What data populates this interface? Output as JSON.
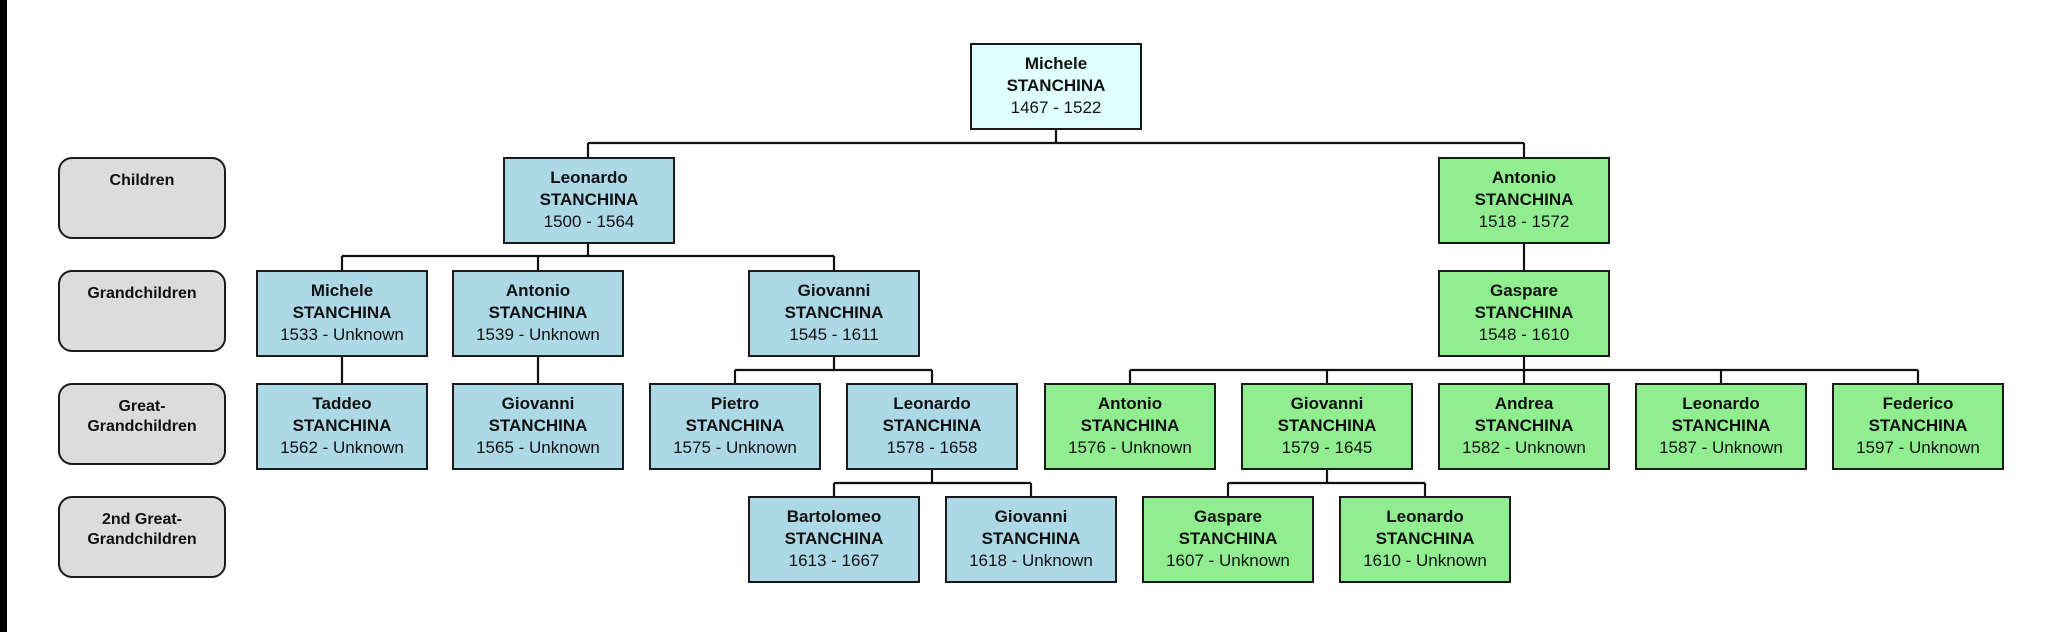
{
  "colors": {
    "root": "#e0ffff",
    "leonardo_branch": "#add8e6",
    "antonio_branch": "#90ee90",
    "generation_label": "#dcdcdc",
    "border": "#1a1a1a"
  },
  "generation_labels": [
    {
      "label": "Children"
    },
    {
      "label": "Grandchildren"
    },
    {
      "label": "Great-\nGrandchildren",
      "line1": "Great-",
      "line2": "Grandchildren"
    },
    {
      "label": "2nd Great-\nGrandchildren",
      "line1": "2nd Great-",
      "line2": "Grandchildren"
    }
  ],
  "root": {
    "first": "Michele",
    "last": "STANCHINA",
    "dates": "1467 - 1522"
  },
  "people": {
    "leonardo_1500": {
      "first": "Leonardo",
      "last": "STANCHINA",
      "dates": "1500 - 1564"
    },
    "antonio_1518": {
      "first": "Antonio",
      "last": "STANCHINA",
      "dates": "1518 - 1572"
    },
    "michele_1533": {
      "first": "Michele",
      "last": "STANCHINA",
      "dates": "1533 - Unknown"
    },
    "antonio_1539": {
      "first": "Antonio",
      "last": "STANCHINA",
      "dates": "1539 - Unknown"
    },
    "giovanni_1545": {
      "first": "Giovanni",
      "last": "STANCHINA",
      "dates": "1545 - 1611"
    },
    "gaspare_1548": {
      "first": "Gaspare",
      "last": "STANCHINA",
      "dates": "1548 - 1610"
    },
    "taddeo_1562": {
      "first": "Taddeo",
      "last": "STANCHINA",
      "dates": "1562 - Unknown"
    },
    "giovanni_1565": {
      "first": "Giovanni",
      "last": "STANCHINA",
      "dates": "1565 - Unknown"
    },
    "pietro_1575": {
      "first": "Pietro",
      "last": "STANCHINA",
      "dates": "1575 - Unknown"
    },
    "leonardo_1578": {
      "first": "Leonardo",
      "last": "STANCHINA",
      "dates": "1578 - 1658"
    },
    "antonio_1576": {
      "first": "Antonio",
      "last": "STANCHINA",
      "dates": "1576 - Unknown"
    },
    "giovanni_1579": {
      "first": "Giovanni",
      "last": "STANCHINA",
      "dates": "1579 - 1645"
    },
    "andrea_1582": {
      "first": "Andrea",
      "last": "STANCHINA",
      "dates": "1582 - Unknown"
    },
    "leonardo_1587": {
      "first": "Leonardo",
      "last": "STANCHINA",
      "dates": "1587 - Unknown"
    },
    "federico_1597": {
      "first": "Federico",
      "last": "STANCHINA",
      "dates": "1597 - Unknown"
    },
    "bartolomeo_1613": {
      "first": "Bartolomeo",
      "last": "STANCHINA",
      "dates": "1613 - 1667"
    },
    "giovanni_1618": {
      "first": "Giovanni",
      "last": "STANCHINA",
      "dates": "1618 - Unknown"
    },
    "gaspare_1607": {
      "first": "Gaspare",
      "last": "STANCHINA",
      "dates": "1607 - Unknown"
    },
    "leonardo_1610": {
      "first": "Leonardo",
      "last": "STANCHINA",
      "dates": "1610 - Unknown"
    }
  }
}
